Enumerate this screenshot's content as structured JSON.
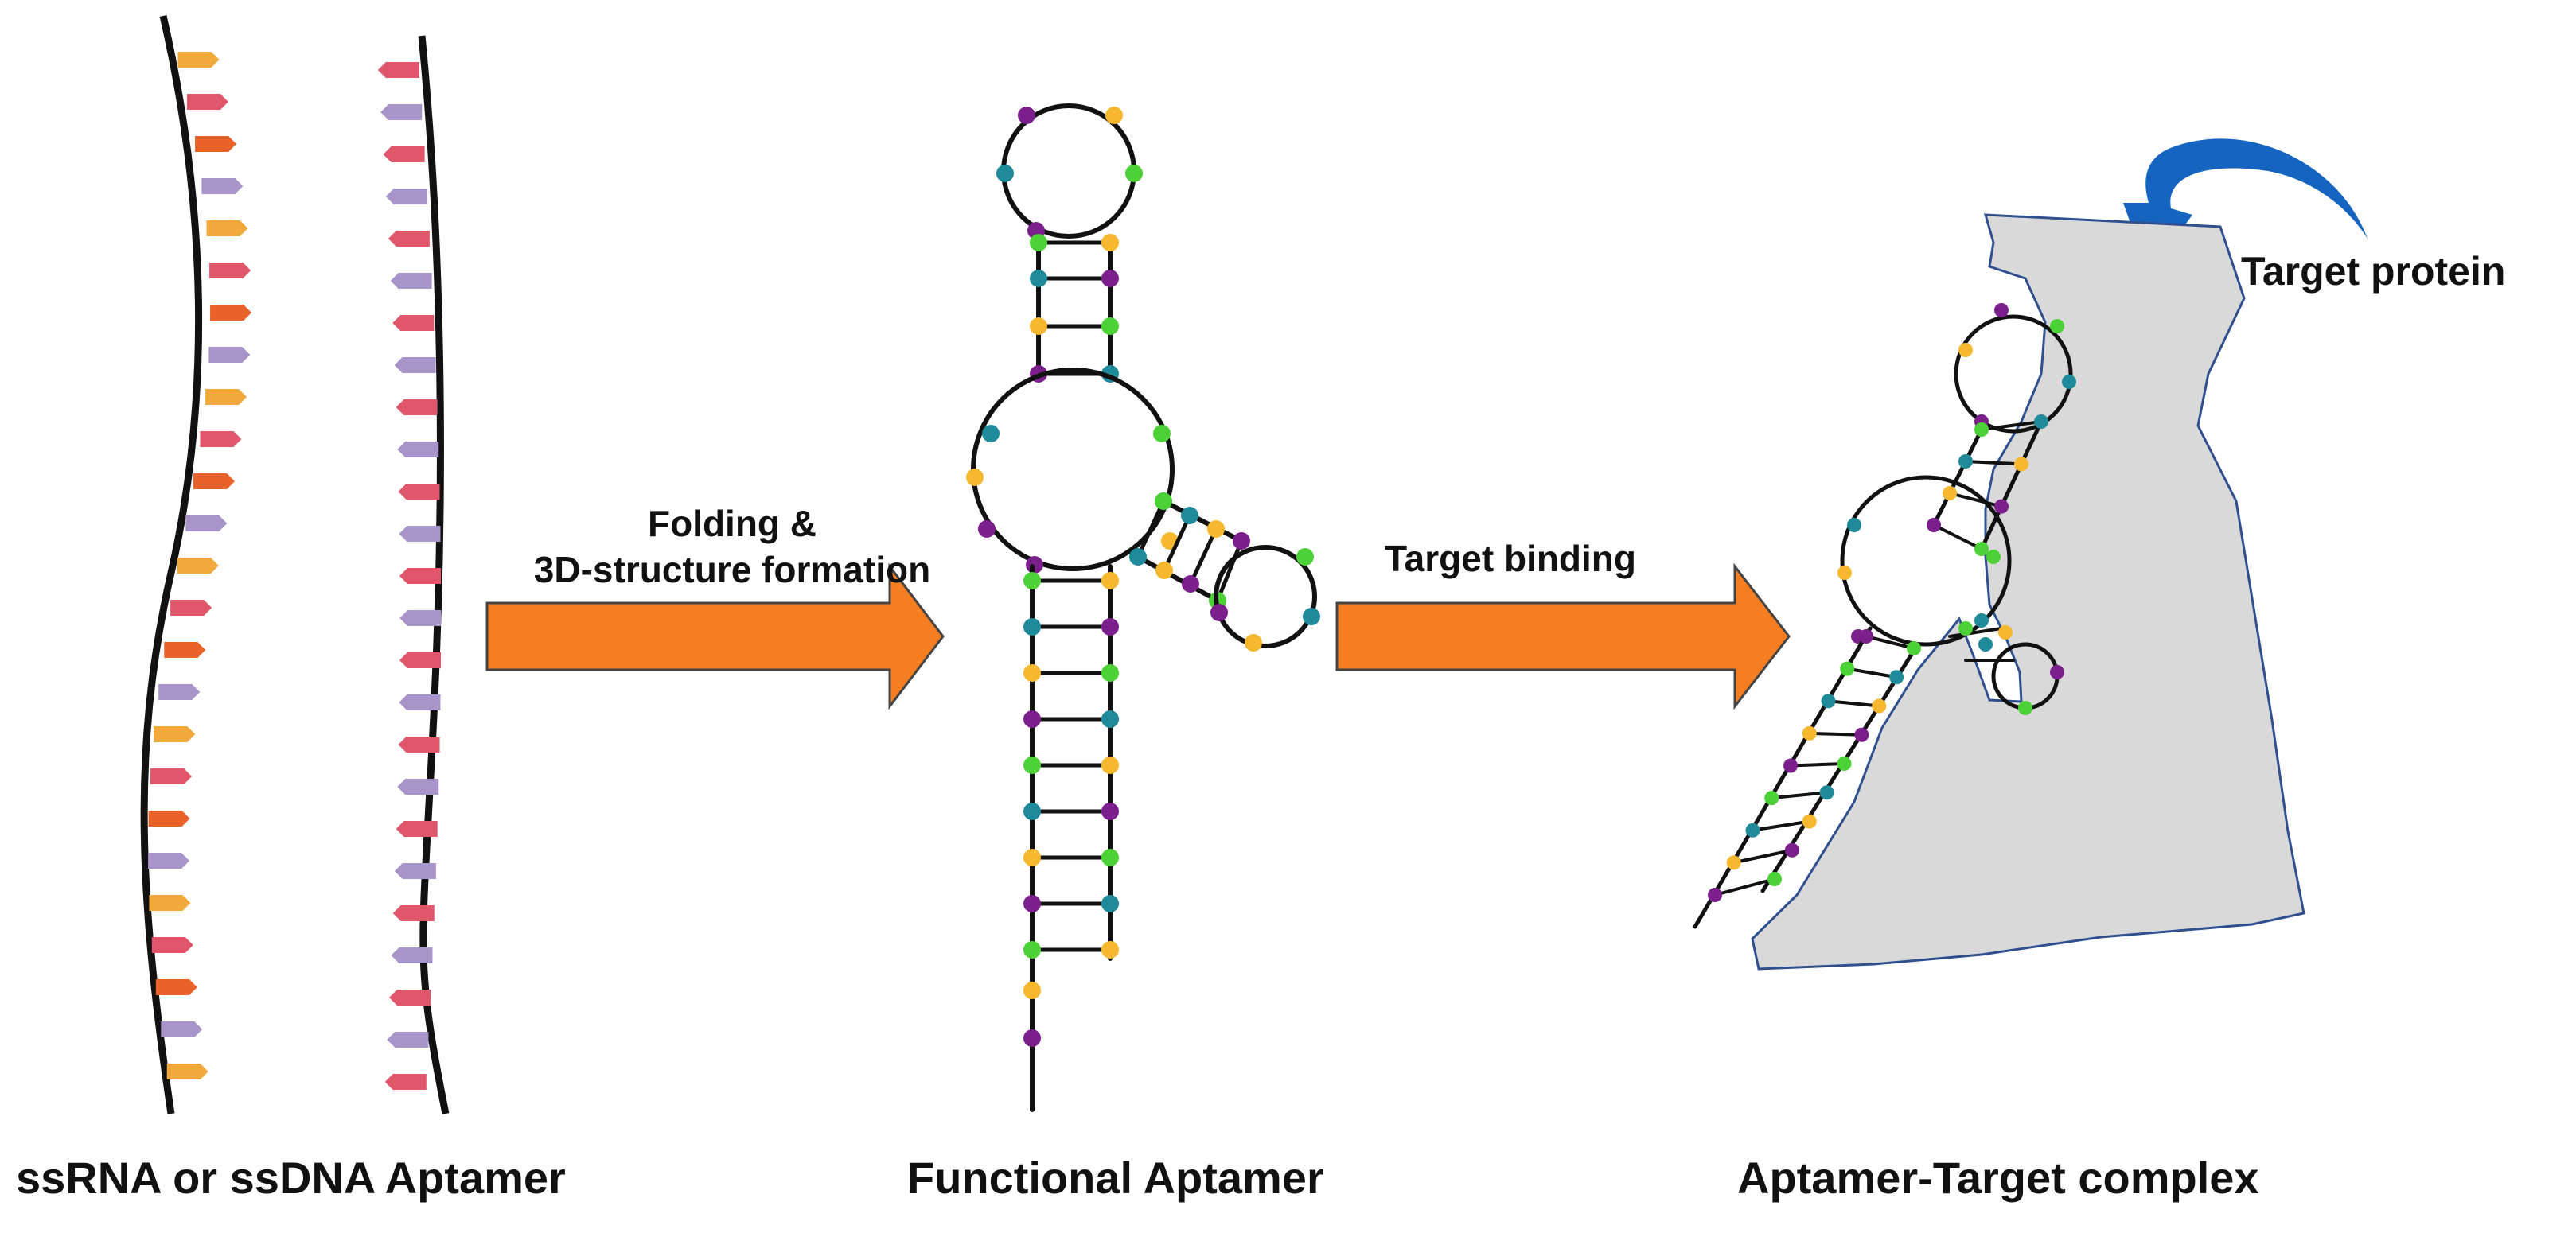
{
  "labels": {
    "folding_line1": "Folding &",
    "folding_line2": "3D-structure formation",
    "target_binding": "Target binding",
    "target_protein": "Target protein"
  },
  "captions": {
    "strands": "ssRNA or ssDNA Aptamer",
    "functional": "Functional Aptamer",
    "complex": "Aptamer-Target complex"
  },
  "colors": {
    "arrow_orange": "#f47e20",
    "curved_arrow_blue": "#1565c0",
    "protein_fill": "#d9d9d9",
    "protein_outline": "#2f4f8f",
    "backbone": "#111111",
    "base_orange": "#f2a93b",
    "base_purple": "#a894c8",
    "base_red_orange": "#e8622a",
    "base_pink": "#e0566a",
    "node_purple": "#7b1f8c",
    "node_green": "#4cd137",
    "node_teal": "#1f8a9a",
    "node_yellow": "#f5b82e"
  }
}
